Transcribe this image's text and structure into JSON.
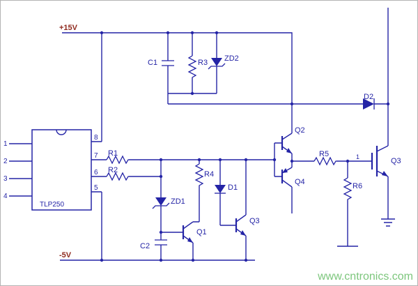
{
  "rails": {
    "vcc_label": "+15V",
    "vee_label": "-5V"
  },
  "ic": {
    "name": "TLP250",
    "pins_left": {
      "pin1": "1",
      "pin2": "2",
      "pin3": "3",
      "pin4": "4"
    },
    "pins_right": {
      "pin8": "8",
      "pin7": "7",
      "pin6": "6",
      "pin5": "5"
    }
  },
  "components": {
    "c1": "C1",
    "r3": "R3",
    "zd2": "ZD2",
    "d2": "D2",
    "r1": "R1",
    "r2": "R2",
    "r4": "R4",
    "d1": "D1",
    "zd1": "ZD1",
    "q1": "Q1",
    "c2": "C2",
    "q3_driver": "Q3",
    "q2": "Q2",
    "q4": "Q4",
    "r5": "R5",
    "r6": "R6",
    "q3_igbt": "Q3",
    "igbt_gate_pin": "1"
  },
  "watermark": "www.cntronics.com",
  "colors": {
    "wire": "#2424a6",
    "rail": "#8f2a1e",
    "watermark": "#7cc67c"
  }
}
